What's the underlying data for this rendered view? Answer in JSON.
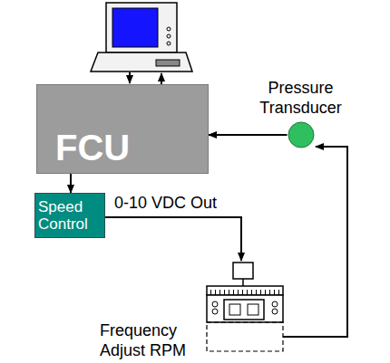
{
  "diagram": {
    "nodes": [
      {
        "text": [
          "FCU"
        ]
      },
      {
        "text": [
          "Speed Control"
        ]
      },
      {
        "text": [
          "Pressure Transducer"
        ]
      }
    ],
    "edges": [
      {
        "from": 2,
        "to": 0,
        "arrow": "to"
      },
      {
        "from": 0,
        "to": 1,
        "arrow": "to"
      }
    ],
    "labels": [
      "0-10 VDC Out",
      "Frequency Adjust RPM"
    ]
  }
}
